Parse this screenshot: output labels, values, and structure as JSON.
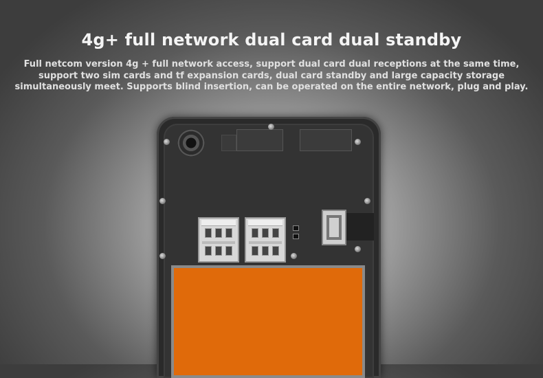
{
  "headline": "4g+ full network dual card dual standby",
  "description": {
    "line1": "Full netcom version 4g + full network access, support dual card dual receptions at the same time,",
    "line2": "support two sim cards and tf expansion cards, dual card standby and large capacity storage",
    "line3": "simultaneously meet. Supports blind insertion, can be operated on the entire network, plug and play."
  },
  "colors": {
    "battery": "#e06a0a",
    "phone_body": "#2a2a2a",
    "headline_text": "#f4f4f4"
  },
  "illustration": {
    "subject": "phone-back-internal",
    "sim_slots": 2,
    "tf_slot": 1
  }
}
